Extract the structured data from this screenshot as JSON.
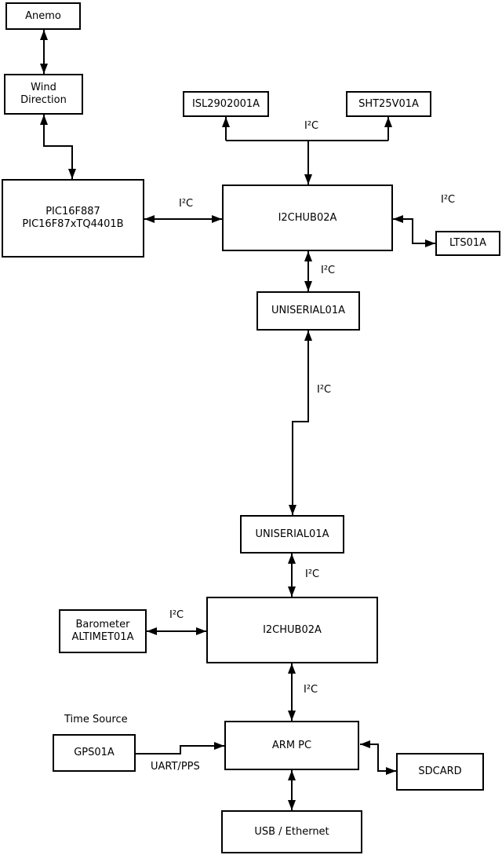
{
  "blocks": {
    "anemo": {
      "label": "Anemo"
    },
    "wind_direction": {
      "line1": "Wind",
      "line2": "Direction"
    },
    "pic": {
      "line1": "PIC16F887",
      "line2": "PIC16F87xTQ4401B"
    },
    "isl": {
      "label": "ISL2902001A"
    },
    "sht": {
      "label": "SHT25V01A"
    },
    "hub1": {
      "label": "I2CHUB02A"
    },
    "lts": {
      "label": "LTS01A"
    },
    "uniserial1": {
      "label": "UNISERIAL01A"
    },
    "uniserial2": {
      "label": "UNISERIAL01A"
    },
    "barometer": {
      "line1": "Barometer",
      "line2": "ALTIMET01A"
    },
    "hub2": {
      "label": "I2CHUB02A"
    },
    "gps": {
      "label": "GPS01A"
    },
    "arm_pc": {
      "label": "ARM PC"
    },
    "sdcard": {
      "label": "SDCARD"
    },
    "usb_ethernet": {
      "label": "USB / Ethernet"
    }
  },
  "edge_labels": {
    "bus_top": "I²C",
    "pic_hub1": "I²C",
    "hub1_lts": "I²C",
    "hub1_uniserial1": "I²C",
    "uniserial_link": "I²C",
    "uniserial2_hub2": "I²C",
    "barometer_hub2": "I²C",
    "hub2_armpc": "I²C",
    "time_source": "Time Source",
    "uart_pps": "UART/PPS"
  },
  "colors": {
    "line": "#000000",
    "background": "#ffffff",
    "box_fill": "#ffffff"
  }
}
